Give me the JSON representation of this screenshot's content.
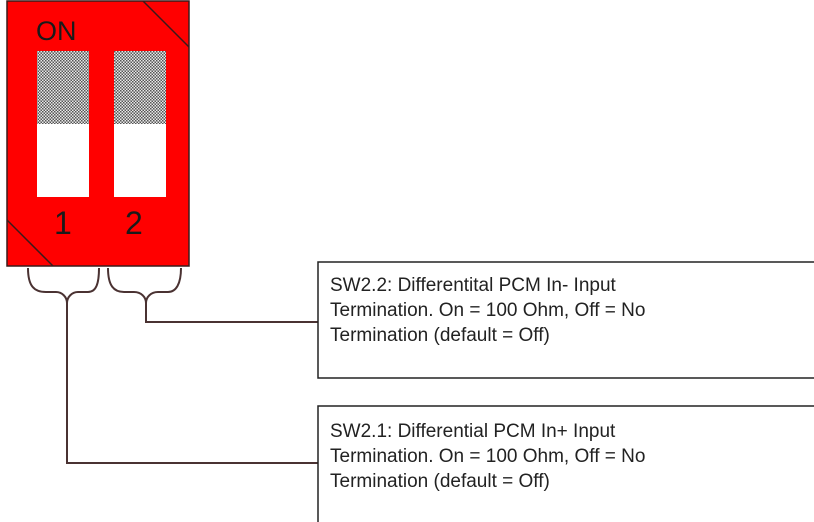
{
  "switch": {
    "on_label": "ON",
    "positions": [
      "1",
      "2"
    ],
    "body_color": "#ff0000",
    "slot_color": "#ffffff",
    "line_color": "#4a3232"
  },
  "callouts": [
    {
      "id": "sw2.2",
      "lines": [
        "SW2.2: Differentital PCM In- Input",
        "Termination.  On = 100 Ohm, Off = No",
        "Termination (default = Off)"
      ]
    },
    {
      "id": "sw2.1",
      "lines": [
        "SW2.1: Differential PCM In+ Input",
        "Termination.  On = 100 Ohm, Off = No",
        "Termination (default = Off)"
      ]
    }
  ]
}
